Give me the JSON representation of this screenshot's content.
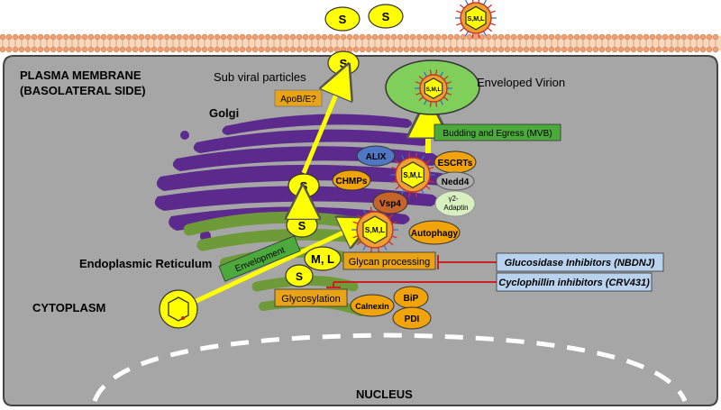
{
  "regions": {
    "plasma_membrane": "PLASMA MEMBRANE",
    "basolateral": "(BASOLATERAL SIDE)",
    "golgi": "Golgi",
    "er": "Endoplasmic Reticulum",
    "cytoplasm": "CYTOPLASM",
    "nucleus": "NUCLEUS"
  },
  "labels": {
    "sub_viral_particles": "Sub viral particles",
    "enveloped_virion": "Enveloped Virion",
    "apob": "ApoB/E?",
    "budding": "Budding and Egress (MVB)",
    "envelopment": "Envelopment",
    "glycan_processing": "Glycan processing",
    "glycosylation": "Glycosylation",
    "ml": "M, L",
    "s": "S",
    "sml": "S,M,L"
  },
  "proteins": {
    "alix": "ALIX",
    "escrts": "ESCRTs",
    "chmps": "CHMPs",
    "nedd4": "Nedd4",
    "vsp4": "Vsp4",
    "gamma2": "γ2-",
    "adaptin": "Adaptin",
    "autophagy": "Autophagy",
    "calnexin": "Calnexin",
    "bip": "BiP",
    "pdi": "PDI"
  },
  "inhibitors": {
    "glucosidase": "Glucosidase Inhibitors (NBDNJ)",
    "cyclophilin": "Cyclophillin inhibitors (CRV431)"
  },
  "colors": {
    "cell": "#a6a6a6",
    "golgi": "#5b2a8c",
    "er": "#6e9a3a",
    "yellow": "#ffff00",
    "orange": "#e8a317",
    "green_box": "#4caa3c",
    "inhibitor_box": "#b9d3ef",
    "red": "#cc1f1f"
  }
}
